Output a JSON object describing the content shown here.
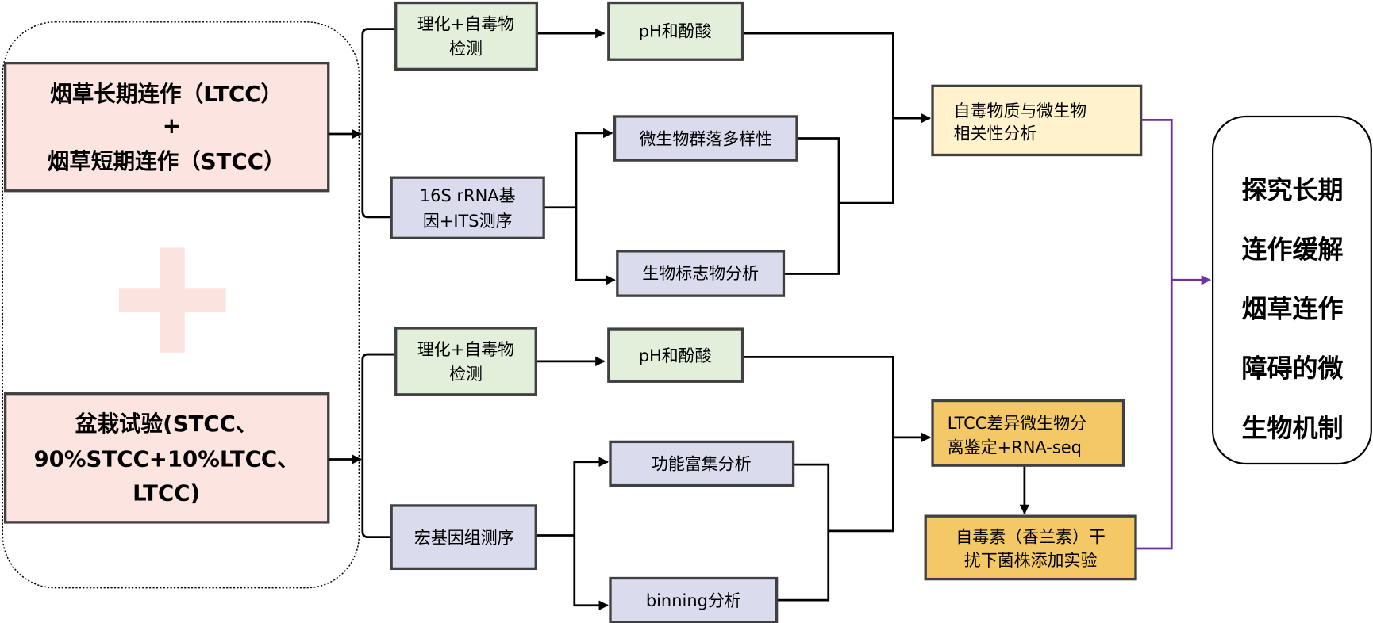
{
  "colors": {
    "pink": "#fce4e0",
    "green": "#e2efda",
    "lavender": "#dadcee",
    "lightyellow": "#fff2cc",
    "gold": "#f4c866",
    "purple": "#7030a0"
  },
  "left": {
    "group1": [
      "烟草长期连作（LTCC）",
      "+",
      "烟草短期连作（STCC）"
    ],
    "group2": [
      "盆栽试验(STCC、",
      "90%STCC+10%LTCC、",
      "LTCC)"
    ]
  },
  "top": {
    "physchem": [
      "理化+自毒物",
      "检测"
    ],
    "seq": [
      "16S rRNA基",
      "因+ITS测序"
    ],
    "ph": "pH和酚酸",
    "diversity": "微生物群落多样性",
    "biomarker": "生物标志物分析",
    "correlation": [
      "自毒物质与微生物",
      "相关性分析"
    ]
  },
  "bottom": {
    "physchem": [
      "理化+自毒物",
      "检测"
    ],
    "seq": "宏基因组测序",
    "ph": "pH和酚酸",
    "enrichment": "功能富集分析",
    "binning": "binning分析",
    "isolation": [
      "LTCC差异微生物分",
      "离鉴定+RNA-seq"
    ],
    "experiment": [
      "自毒素（香兰素）干",
      "扰下菌株添加实验"
    ]
  },
  "goal": [
    "探究长期",
    "连作缓解",
    "烟草连作",
    "障碍的微",
    "生物机制"
  ]
}
